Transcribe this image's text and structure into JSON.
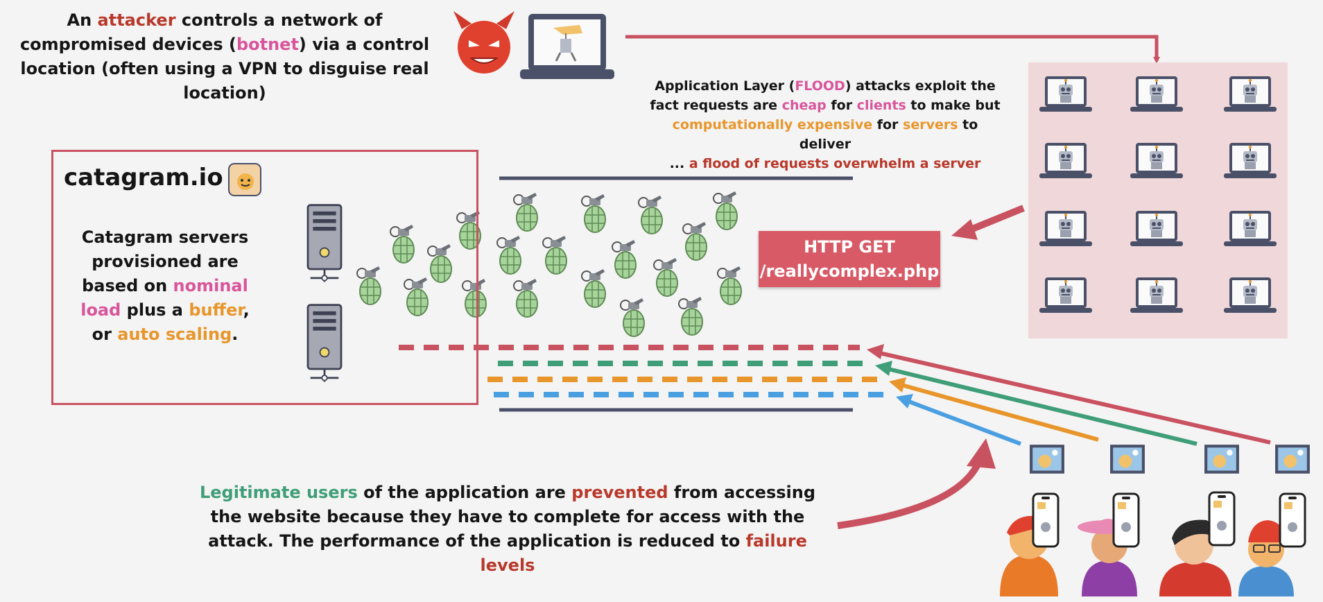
{
  "intro": {
    "p1": "An ",
    "attacker": "attacker",
    "p2": " controls a network of compromised devices (",
    "botnet": "botnet",
    "p3": ") via a control location (often using a VPN to disguise real location)"
  },
  "flood": {
    "l1a": "Application Layer (",
    "flood_word": "FLOOD",
    "l1b": ") attacks exploit the",
    "l2a": "fact requests are ",
    "cheap": "cheap",
    "l2b": " for ",
    "clients": "clients",
    "l2c": " to make but",
    "expensive": "computationally expensive",
    "l3a": " for ",
    "servers": "servers",
    "l3b": " to deliver",
    "l4a": "... ",
    "overwhelm": "a flood of requests overwhelm a server"
  },
  "catagram": {
    "title": "catagram.io",
    "d1": "Catagram servers provisioned are based on ",
    "nominal": "nominal load",
    "d2": " plus a ",
    "buffer": "buffer",
    "d3": ", or ",
    "auto": "auto scaling",
    "d4": "."
  },
  "http": {
    "line1": "HTTP GET",
    "line2": "/reallycomplex.php"
  },
  "bottom": {
    "legit": "Legitimate users",
    "b1": " of the application are ",
    "prevented": "prevented",
    "b2": " from accessing the website because they have to complete for access with the attack. The performance of the application is reduced to ",
    "failure": "failure levels"
  },
  "colors": {
    "attack_red": "#c95260",
    "user_green": "#3f9e78",
    "user_orange": "#e8962c",
    "user_blue": "#4a9fe0",
    "grenade": "#a6d49a",
    "botnet_bg": "#f0d8da"
  },
  "icons": {
    "attacker": "devil-face-icon",
    "control_laptop": "puppet-laptop-icon",
    "bot": "robot-laptop-icon",
    "server": "server-tower-icon",
    "request": "grenade-icon",
    "user": "person-with-phone-icon"
  }
}
